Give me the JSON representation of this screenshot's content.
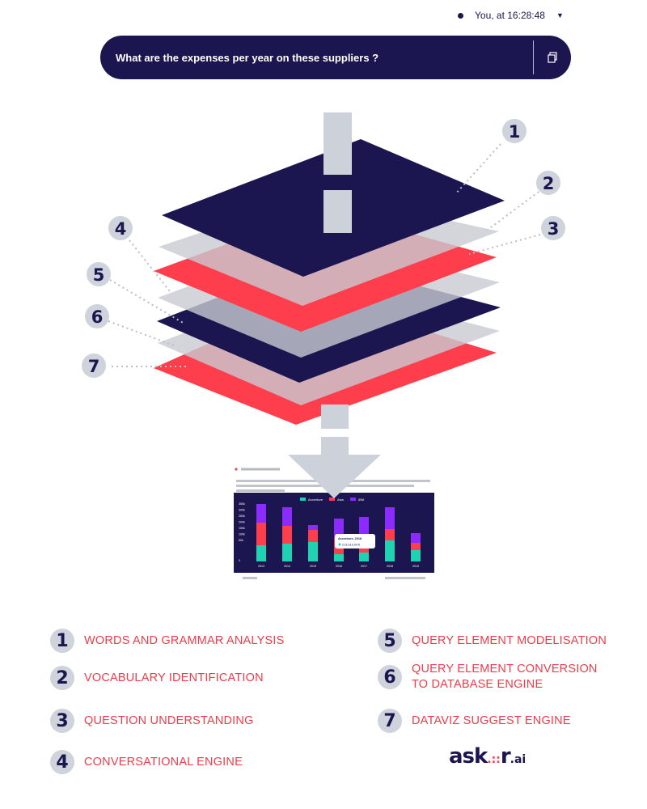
{
  "header": {
    "timestamp": "You, at 16:28:48",
    "question": "What are the expenses per year on these suppliers ?"
  },
  "layers": [
    {
      "number": "1"
    },
    {
      "number": "2"
    },
    {
      "number": "3"
    },
    {
      "number": "4"
    },
    {
      "number": "5"
    },
    {
      "number": "6"
    },
    {
      "number": "7"
    }
  ],
  "colors": {
    "navy": "#1c1650",
    "red": "#ff3e4d",
    "grey": "#c8cad1",
    "arrow": "#cdd2da",
    "label": "#ee3c4a"
  },
  "legend": [
    {
      "number": "1",
      "label": "WORDS AND GRAMMAR ANALYSIS"
    },
    {
      "number": "2",
      "label": "VOCABULARY IDENTIFICATION"
    },
    {
      "number": "3",
      "label": "QUESTION UNDERSTANDING"
    },
    {
      "number": "4",
      "label": "CONVERSATIONAL ENGINE"
    },
    {
      "number": "5",
      "label": "QUERY ELEMENT MODELISATION"
    },
    {
      "number": "6",
      "label": "QUERY ELEMENT CONVERSION TO DATABASE ENGINE"
    },
    {
      "number": "7",
      "label": "DATAVIZ SUGGEST ENGINE"
    }
  ],
  "thumbnail": {
    "legend": [
      "Accenture",
      "Atos",
      "IBM"
    ],
    "y_ticks": [
      "350k",
      "300k",
      "250k",
      "200k",
      "150k",
      "100k",
      "50k",
      "0"
    ],
    "x_ticks": [
      "2013",
      "2014",
      "2015",
      "2016",
      "2017",
      "2018",
      "2019"
    ],
    "tooltip_title": "Accenture, 2018",
    "tooltip_value": "213,919.00 €"
  },
  "logo": {
    "main": "ask",
    "r": "r",
    "suffix": ".ai"
  }
}
